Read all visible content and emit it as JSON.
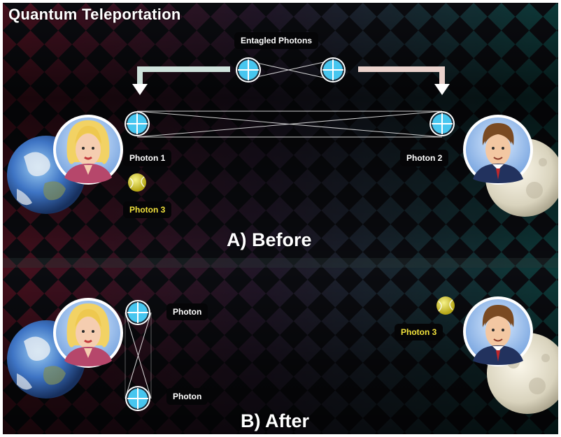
{
  "title": "Quantum Teleportation",
  "before": {
    "heading": "A) Before",
    "entangled_label": "Entagled Photons",
    "photon1_label": "Photon 1",
    "photon2_label": "Photon 2",
    "photon3_label": "Photon 3"
  },
  "after": {
    "heading": "B) After",
    "photon_upper_label": "Photon",
    "photon_lower_label": "Photon",
    "photon3_label": "Photon 3"
  },
  "colors": {
    "background": "#0c0d12",
    "checker_red": "#5a1222",
    "checker_teal": "#0f4a48",
    "photon_blue": "#47c6ef",
    "photon3_yellow": "#e8dc3a",
    "label_yellow": "#f2e23c",
    "arrow_left": "#cfe2dc",
    "arrow_right": "#ead2cc"
  },
  "icons": [
    "photon-icon",
    "tennis-ball-icon",
    "earth-icon",
    "moon-icon",
    "woman-avatar-icon",
    "man-avatar-icon",
    "arrow-down-icon"
  ]
}
